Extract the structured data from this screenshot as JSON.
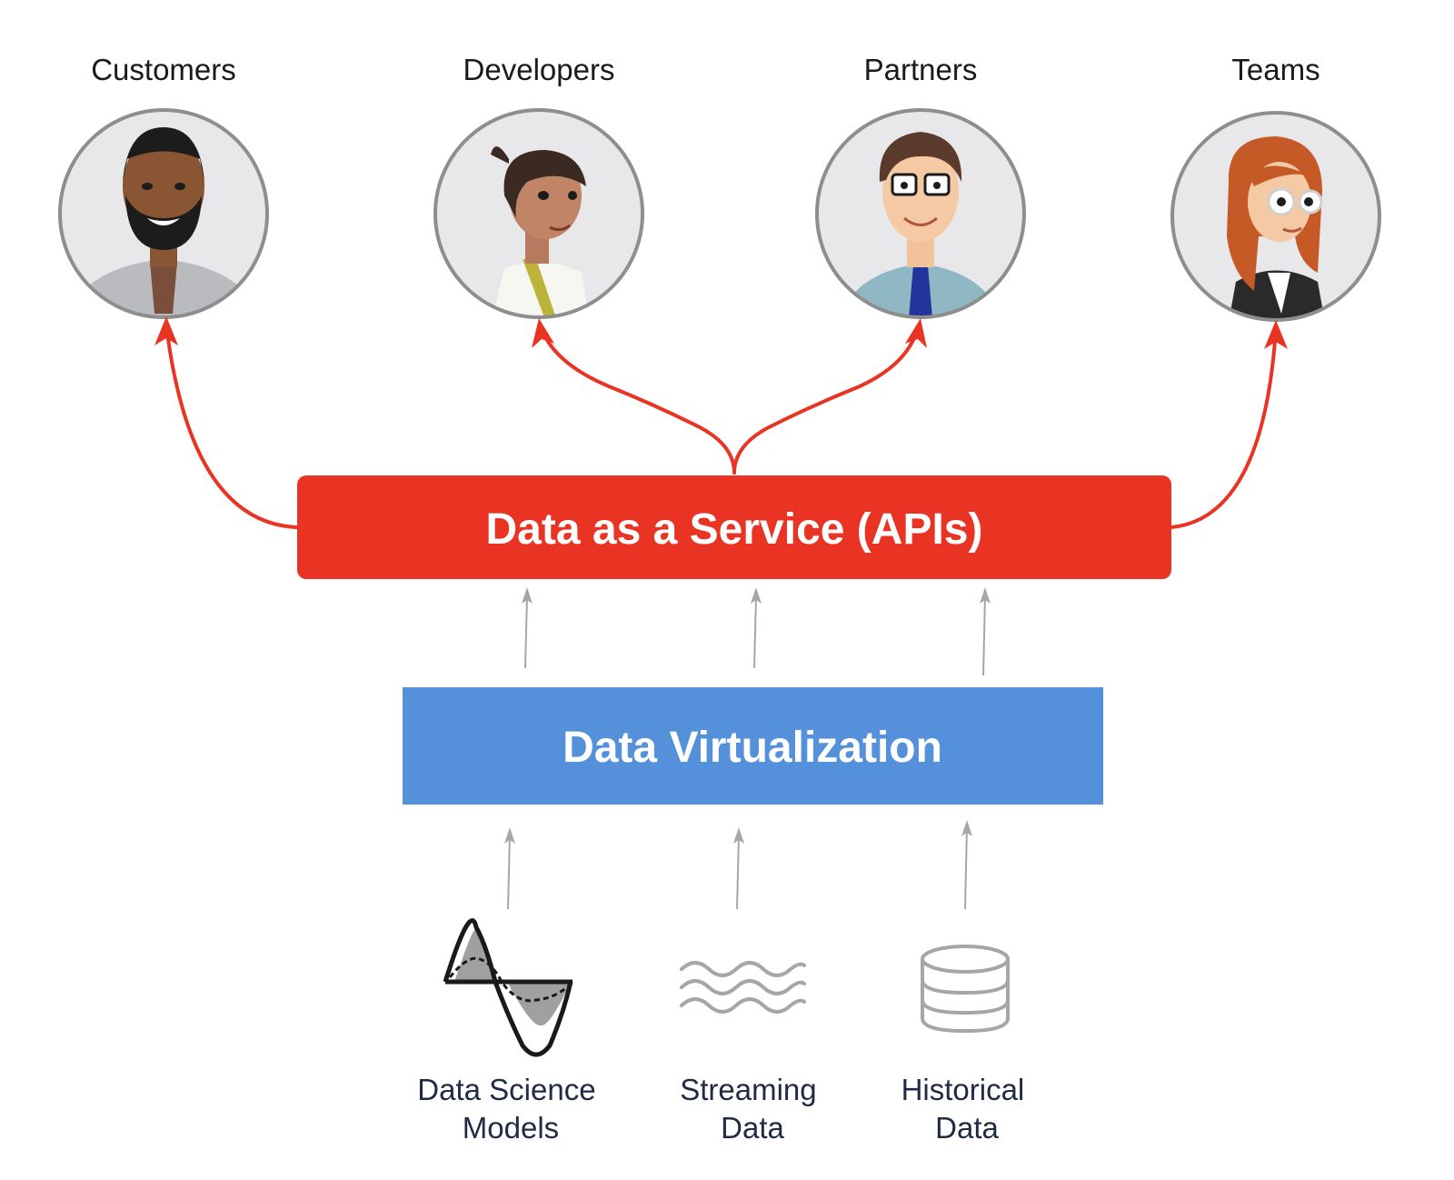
{
  "audiences": [
    {
      "id": "customers",
      "label": "Customers"
    },
    {
      "id": "developers",
      "label": "Developers"
    },
    {
      "id": "partners",
      "label": "Partners"
    },
    {
      "id": "teams",
      "label": "Teams"
    }
  ],
  "service_box": {
    "label": "Data as a Service (APIs)"
  },
  "virtualization_box": {
    "label": "Data Virtualization"
  },
  "sources": [
    {
      "id": "data-science-models",
      "lines": [
        "Data Science",
        "Models"
      ],
      "icon": "sine-wave-icon"
    },
    {
      "id": "streaming-data",
      "lines": [
        "Streaming",
        "Data"
      ],
      "icon": "waves-icon"
    },
    {
      "id": "historical-data",
      "lines": [
        "Historical",
        "Data"
      ],
      "icon": "database-icon"
    }
  ],
  "colors": {
    "service": "#e93323",
    "virtualization": "#5591db",
    "arrow_red": "#e93323",
    "arrow_gray": "#a6a6a6",
    "avatar_bg": "#e8e8ea",
    "avatar_ring": "#8e8e8e"
  }
}
